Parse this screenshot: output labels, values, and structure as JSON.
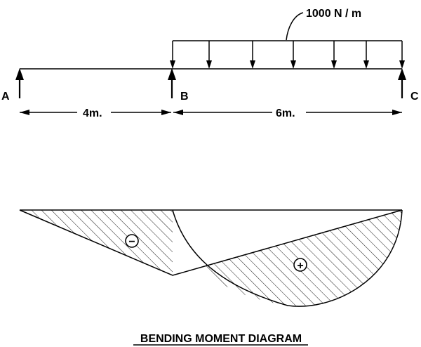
{
  "load": {
    "label": "1000 N / m"
  },
  "supports": {
    "a": "A",
    "b": "B",
    "c": "C"
  },
  "dimensions": {
    "ab": "4m.",
    "bc": "6m."
  },
  "signs": {
    "negative": "−",
    "positive": "+"
  },
  "caption": "BENDING MOMENT DIAGRAM",
  "colors": {
    "ink": "#000000",
    "background": "#ffffff"
  }
}
